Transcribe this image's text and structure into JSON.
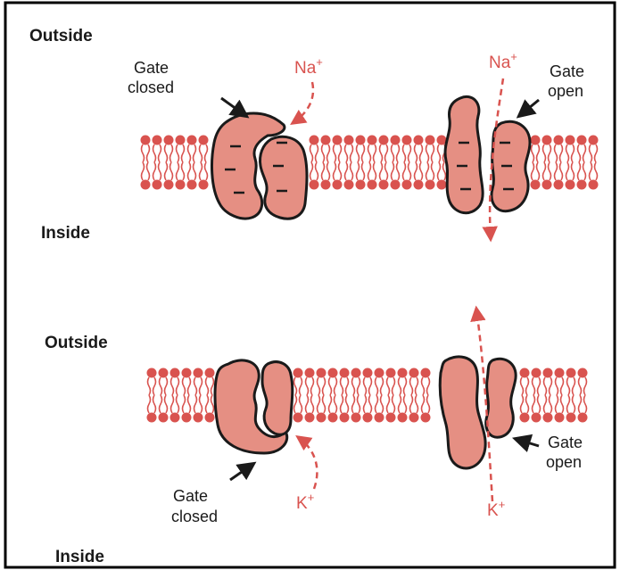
{
  "panels": [
    {
      "outside_label": "Outside",
      "inside_label": "Inside",
      "closed_gate_label": [
        "Gate",
        "closed"
      ],
      "open_gate_label": [
        "Gate",
        "open"
      ],
      "ion_closed": "Na",
      "ion_open": "Na",
      "ion_charge": "+"
    },
    {
      "outside_label": "Outside",
      "inside_label": "Inside",
      "closed_gate_label": [
        "Gate",
        "closed"
      ],
      "open_gate_label": [
        "Gate",
        "open"
      ],
      "ion_closed": "K",
      "ion_open": "K",
      "ion_charge": "+"
    }
  ],
  "colors": {
    "protein_fill": "#e58f83",
    "lipid": "#d9534f",
    "ion_arrow": "#d9534f",
    "outline": "#1a1a1a",
    "border": "#000000"
  }
}
